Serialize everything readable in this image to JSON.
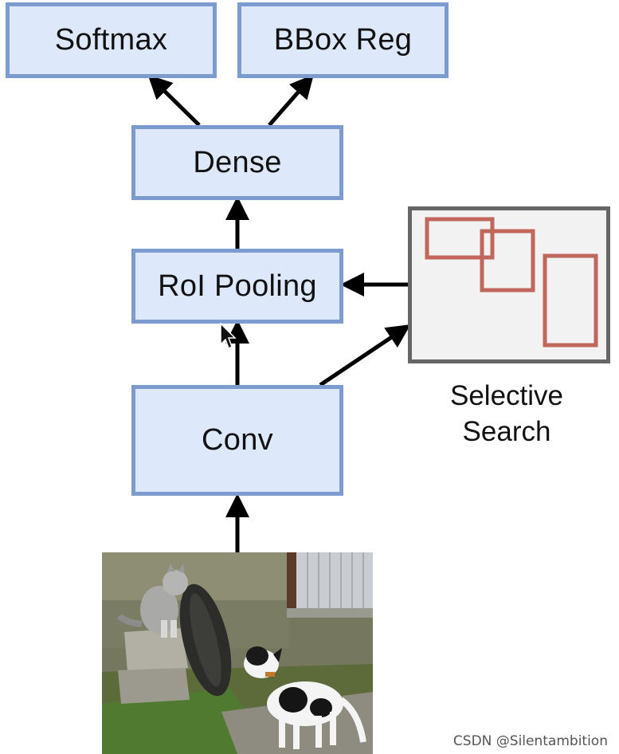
{
  "nodes": {
    "softmax": "Softmax",
    "bbox_reg": "BBox Reg",
    "dense": "Dense",
    "roi_pooling": "RoI Pooling",
    "conv": "Conv"
  },
  "selective_search": {
    "caption_line1": "Selective",
    "caption_line2": "Search"
  },
  "input_image": {
    "icon": "cat-and-dog-photo"
  },
  "watermark": "CSDN @Silentambition",
  "colors": {
    "box_fill": "#dde8fb",
    "box_border": "#7c9bd1",
    "proposal_rect": "#c0665a",
    "panel_border": "#666666",
    "panel_fill": "#f2f2f2",
    "arrow": "#000000"
  }
}
